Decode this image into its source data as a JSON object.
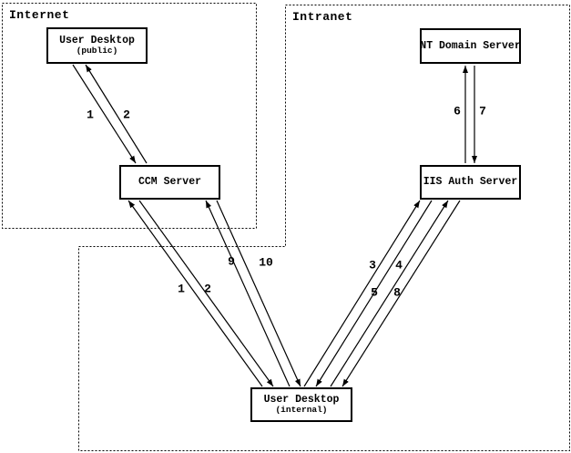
{
  "colors": {
    "background": "#ffffff",
    "ink": "#000000"
  },
  "zones": {
    "internet": {
      "label": "Internet"
    },
    "intranet": {
      "label": "Intranet"
    }
  },
  "nodes": {
    "user_desktop_public": {
      "title": "User Desktop",
      "subtitle": "(public)"
    },
    "ccm_server": {
      "title": "CCM Server"
    },
    "nt_domain_server": {
      "title": "NT Domain Server"
    },
    "iis_auth_server": {
      "title": "IIS Auth Server"
    },
    "user_desktop_internal": {
      "title": "User Desktop",
      "subtitle": "(internal)"
    }
  },
  "flows": [
    {
      "label": "1",
      "from": "User Desktop (public)",
      "to": "CCM Server"
    },
    {
      "label": "2",
      "from": "CCM Server",
      "to": "User Desktop (public)"
    },
    {
      "label": "6",
      "from": "IIS Auth Server",
      "to": "NT Domain Server"
    },
    {
      "label": "7",
      "from": "NT Domain Server",
      "to": "IIS Auth Server"
    },
    {
      "label": "9",
      "from": "User Desktop (internal)",
      "to": "CCM Server"
    },
    {
      "label": "10",
      "from": "CCM Server",
      "to": "User Desktop (internal)"
    },
    {
      "label": "1",
      "from": "User Desktop (internal)",
      "to": "CCM Server"
    },
    {
      "label": "2",
      "from": "CCM Server",
      "to": "User Desktop (internal)"
    },
    {
      "label": "3",
      "from": "User Desktop (internal)",
      "to": "IIS Auth Server"
    },
    {
      "label": "4",
      "from": "IIS Auth Server",
      "to": "User Desktop (internal)"
    },
    {
      "label": "5",
      "from": "User Desktop (internal)",
      "to": "IIS Auth Server"
    },
    {
      "label": "8",
      "from": "IIS Auth Server",
      "to": "User Desktop (internal)"
    }
  ]
}
